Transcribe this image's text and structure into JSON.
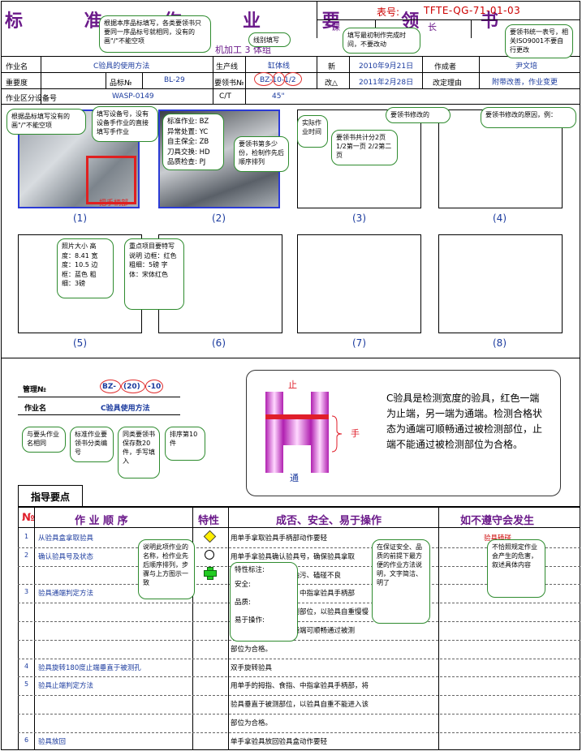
{
  "header": {
    "title": "标 准 作 业 要 领 书",
    "form_no_label": "表号:",
    "form_no": "TFTE-QG-71-01-03",
    "section_label": "课",
    "chief_label": "长",
    "dept": "机加工 3 体组",
    "row1": {
      "op_name_label": "作业名",
      "op_name": "C验具的使用方法",
      "line_label": "生产线",
      "line": "缸体线",
      "new_label": "新",
      "new_date": "2010年9月21日",
      "author_label": "作成者",
      "author": "尹文培"
    },
    "row2": {
      "importance_label": "重要度",
      "part_no_label": "品标№",
      "part_no": "BL-29",
      "doc_no_label": "要领书№",
      "doc_no": "BZ-10-1/2",
      "rev_label": "改△",
      "rev_date": "2011年2月28日",
      "reason_label": "改定理由",
      "reason": "附带改善，作业变更"
    },
    "row3": {
      "equip_label": "作业区分设备号",
      "equip": "WASP-0149",
      "ct_label": "C/T",
      "ct": "45\""
    }
  },
  "photos": [
    {
      "caption": "(1)"
    },
    {
      "caption": "(2)"
    },
    {
      "caption": "(3)"
    },
    {
      "caption": "(4)"
    },
    {
      "caption": "(5)"
    },
    {
      "caption": "(6)"
    },
    {
      "caption": "(7)"
    },
    {
      "caption": "(8)"
    }
  ],
  "photo1_label": "把手柄部",
  "photo2_text": [
    "标准作业: BZ",
    "异常处置: YC",
    "自主保全: ZB",
    "刀具交换: HD",
    "品质检查: PJ"
  ],
  "bubbles": {
    "b1": "根据本序品标填写，各类要领书只要同一序品标号就相同，没有的画\"/\"不能空项",
    "b2": "线别填写",
    "b3": "填写最初制作完成时间，不要改动",
    "b4": "要领书统一表号，相关ISO9001不要自行更改",
    "b5": "根据品标填写没有的画\"/\"不能空项",
    "b6": "填写设备号，没有设备手作业的直接填写手作业",
    "b7": "要领书第多少份，检制作先后顺序排列",
    "b8": "实际作业时间",
    "b9": "要领书共计分2页1/2第一页 2/2第二页",
    "b10": "要领书修改的",
    "b11": "要领书修改的原因，例：",
    "b12": "照片大小 高度：8.41 宽度：10.5 边框：蓝色 粗细：3磅",
    "b13": "重点项目要特写说明 边框：红色 粗细：5磅 字体：宋体红色",
    "b14": "与要头作业名相同",
    "b15": "标准作业要领书分类编号",
    "b16": "同类要领书保存数20件，手写填入",
    "b17": "排序第10件",
    "b18": "说明此项作业的名称，检作业先后顺序排列，步骤与上方图示一致",
    "b19": "在保证安全、品质的前提下最方便的作业方法说明，文字简洁、明了",
    "b20": "不恰照规定作业会产生的危害，叙述具体内容"
  },
  "mid": {
    "mgmt_label": "管理№",
    "mgmt_parts": [
      "BZ-",
      "(20)",
      "-10"
    ],
    "op_label": "作业名",
    "op_value": "C验具使用方法"
  },
  "gauge": {
    "top_label": "止",
    "bottom_label": "通",
    "hand_label": "手",
    "description": "C验具是检测宽度的验具，红色一端为止端，另一端为通端。检测合格状态为通端可顺畅通过被检测部位，止端不能通过被检测部位为合格。"
  },
  "legend": {
    "title": "特性标注:",
    "safety": "安全:",
    "quality": "品质:",
    "ease": "易于操作:"
  },
  "guide": {
    "title": "指导要点",
    "col_no": "№",
    "col_steps": "作 业 顺 序",
    "col_char": "特性",
    "col_points": "成否、安全、易于操作",
    "col_fail": "如不遵守会发生",
    "rows": [
      {
        "no": "1",
        "step": "从验具盒拿取验具",
        "desc": "用单手拿取验具手柄部动作要轻",
        "fail": "验具磕碰"
      },
      {
        "no": "2",
        "step": "确认验具号及状态",
        "desc": "用单手拿验具确认验具号，确保验具拿取",
        "fail": ""
      },
      {
        "no": "",
        "step": "",
        "desc": "正确，验具无损伤、油污、磕碰不良",
        "fail": ""
      },
      {
        "no": "3",
        "step": "验具通端判定方法",
        "desc": "用单手的拇指、食指、中指拿验具手柄部",
        "fail": ""
      },
      {
        "no": "",
        "step": "",
        "desc": "位，将验具垂直于被测部位，以验具自重慢慢",
        "fail": ""
      },
      {
        "no": "",
        "step": "",
        "desc": "进入被测部位，目视通端可顺畅通过被测",
        "fail": ""
      },
      {
        "no": "",
        "step": "",
        "desc": "部位为合格。",
        "fail": ""
      },
      {
        "no": "4",
        "step": "验具旋转180度止端垂直于被测孔",
        "desc": "双手旋转验具",
        "fail": ""
      },
      {
        "no": "5",
        "step": "验具止端判定方法",
        "desc": "用单手的拇指、食指、中指拿验具手柄部，将",
        "fail": ""
      },
      {
        "no": "",
        "step": "",
        "desc": "验具垂直于被测部位，以验具自重不能进入该",
        "fail": ""
      },
      {
        "no": "",
        "step": "",
        "desc": "部位为合格。",
        "fail": ""
      },
      {
        "no": "6",
        "step": "验具放回",
        "desc": "单手拿验具放回验具盒动作要轻",
        "fail": ""
      }
    ]
  },
  "colors": {
    "title": "#6b1a8a",
    "blue_text": "#1a3a9e",
    "bubble_border": "#2e8b2e",
    "red": "#cc0000",
    "gauge_purple": "#d040d0"
  }
}
